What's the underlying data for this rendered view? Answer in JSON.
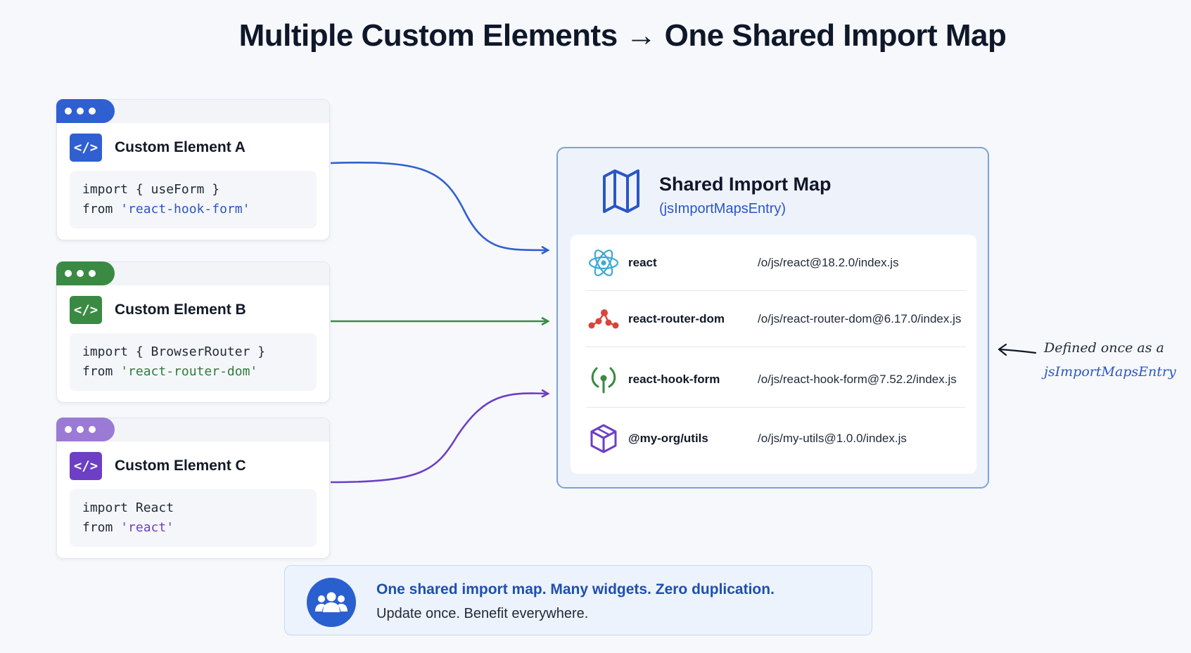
{
  "title": "Multiple Custom Elements → One Shared Import Map",
  "elements": [
    {
      "name": "Custom Element A",
      "code_line1": "import { useForm }",
      "code_from": "from ",
      "code_module": "'react-hook-form'",
      "color": "#2f5fd0"
    },
    {
      "name": "Custom Element B",
      "code_line1": "import { BrowserRouter }",
      "code_from": "from ",
      "code_module": "'react-router-dom'",
      "color": "#3a8a43"
    },
    {
      "name": "Custom Element C",
      "code_line1": "import React",
      "code_from": "from ",
      "code_module": "'react'",
      "color": "#6c3fc4"
    }
  ],
  "code_icon_glyph": "</>",
  "import_map": {
    "title": "Shared Import Map",
    "subtitle": "(jsImportMapsEntry)",
    "entries": [
      {
        "name": "react",
        "path": "/o/js/react@18.2.0/index.js",
        "icon": "react-atom-icon"
      },
      {
        "name": "react-router-dom",
        "path": "/o/js/react-router-dom@6.17.0/index.js",
        "icon": "react-router-icon"
      },
      {
        "name": "react-hook-form",
        "path": "/o/js/react-hook-form@7.52.2/index.js",
        "icon": "react-hook-form-icon"
      },
      {
        "name": "@my-org/utils",
        "path": "/o/js/my-utils@1.0.0/index.js",
        "icon": "package-cube-icon"
      }
    ]
  },
  "annotation": {
    "text": "Defined once as a",
    "entry": "jsImportMapsEntry"
  },
  "footer": {
    "headline": "One shared import map. Many widgets. Zero duplication.",
    "subtext": "Update once. Benefit everywhere."
  }
}
